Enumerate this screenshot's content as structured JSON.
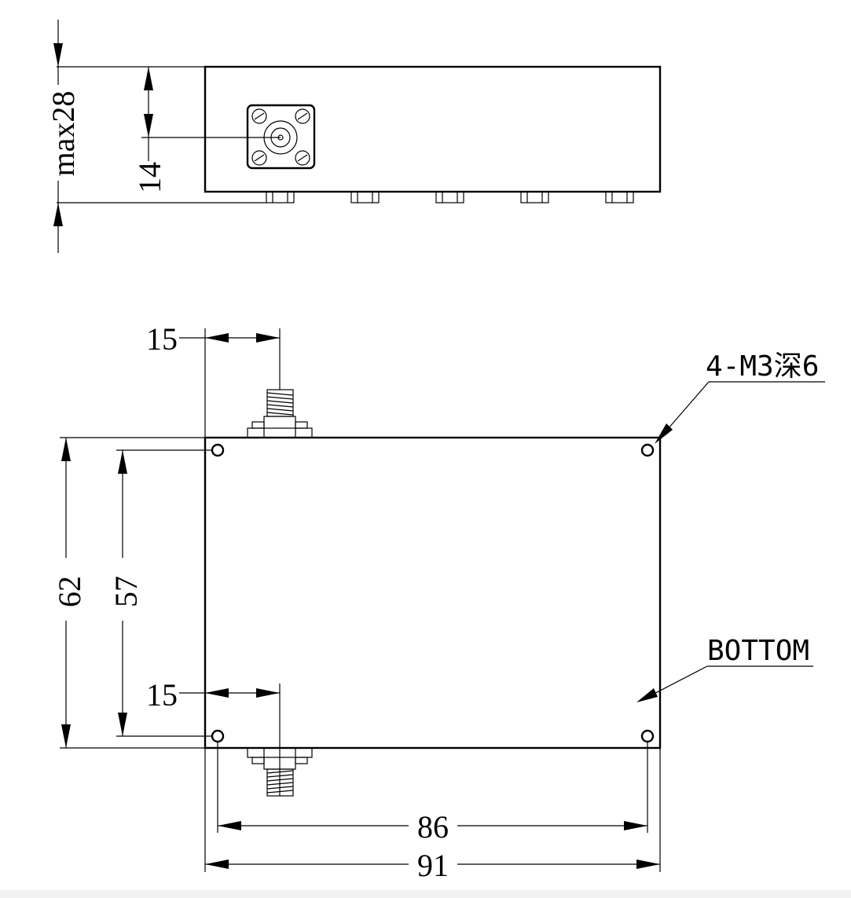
{
  "drawing": {
    "side_view": {
      "dim_max_height": "max28",
      "dim_connector_height": "14"
    },
    "bottom_view": {
      "dim_top_connector_offset": "15",
      "dim_bottom_connector_offset": "15",
      "dim_body_height": "62",
      "dim_hole_spacing_vertical": "57",
      "dim_hole_spacing_horizontal": "86",
      "dim_body_width": "91",
      "callout_holes": "4-M3深6",
      "callout_bottom": "BOTTOM"
    }
  }
}
